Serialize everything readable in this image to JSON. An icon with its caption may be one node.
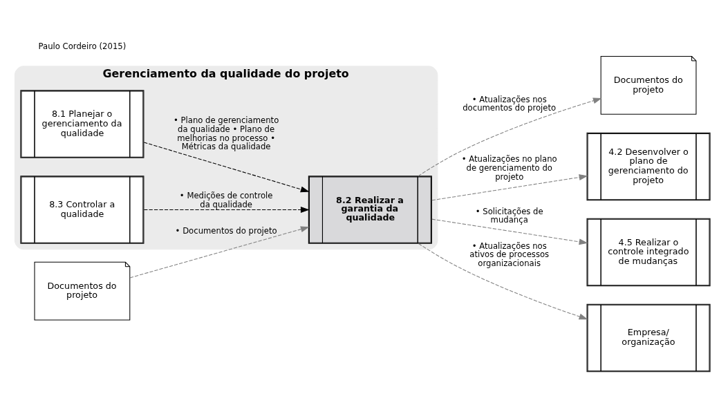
{
  "diagram": {
    "nodes": [
      {
        "text": [
          "Gerenciamento da qualidade do projeto"
        ]
      },
      {
        "text": [
          "8.1 Planejar o gerenciamento da qualidade"
        ],
        "in": 0
      },
      {
        "text": [
          "8.3 Controlar a qualidade"
        ],
        "in": 0
      },
      {
        "text": [
          "8.2 Realizar a garantia da qualidade"
        ],
        "in": 0
      },
      {
        "text": [
          "Documentos do projeto"
        ]
      },
      {
        "text": [
          "4.2 Desenvolver o plano de gerenciamento do projeto"
        ]
      },
      {
        "text": [
          "4.5 Realizar o controle integrado de mudanças"
        ]
      },
      {
        "text": [
          "Documentos do projeto"
        ]
      },
      {
        "text": [
          "Empresa/ organização"
        ]
      }
    ],
    "edges": [
      {
        "from": 1,
        "to": 3,
        "arrow": "to",
        "style": "dashed",
        "color": "#000000",
        "label": "• Plano de gerenciamento da qualidade • Plano de melhorias no processo • Métricas da qualidade"
      },
      {
        "from": 2,
        "to": 3,
        "arrow": "to",
        "style": "dashed",
        "color": "#000000",
        "label": "• Medições de controle da qualidade"
      },
      {
        "from": 7,
        "to": 3,
        "arrow": "to",
        "style": "dashed",
        "label": "• Documentos do projeto"
      },
      {
        "from": 3,
        "to": 5,
        "arrow": "to",
        "style": "dashed",
        "label": "• Atualizações no plano de gerenciamento do projeto"
      },
      {
        "from": 3,
        "to": 6,
        "arrow": "to",
        "style": "dashed",
        "label": "• Solicitações de mudança"
      },
      {
        "from": 3,
        "to": 4,
        "arrow": "to",
        "style": "dashed",
        "label": "• Atualizações nos documentos do projeto"
      },
      {
        "from": 3,
        "to": 8,
        "arrow": "to",
        "style": "dashed",
        "label": "• Atualizações nos ativos de processos organizacionais"
      }
    ],
    "labels": [
      "Paulo Cordeiro (2015)"
    ]
  }
}
